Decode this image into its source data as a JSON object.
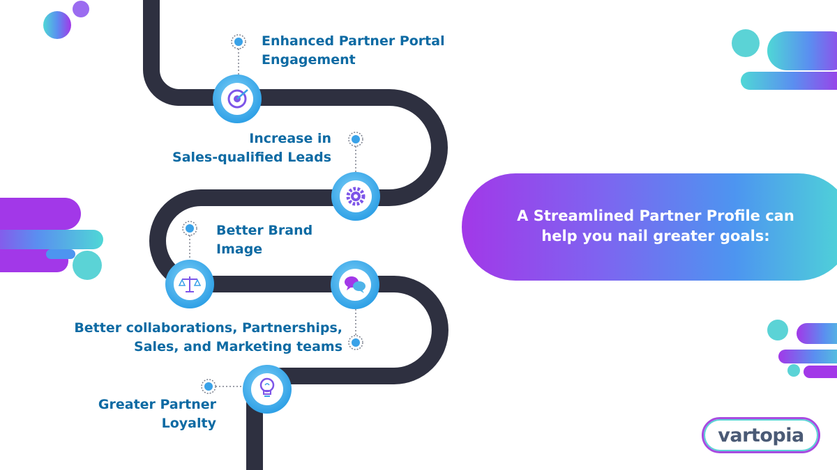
{
  "headline": {
    "line1": "A Streamlined Partner Profile can",
    "line2": "help you nail greater goals:"
  },
  "goals": [
    {
      "line1": "Enhanced Partner Portal",
      "line2": "Engagement",
      "icon": "target-icon"
    },
    {
      "line1": "Increase in",
      "line2": "Sales-qualified Leads",
      "icon": "gear-icon"
    },
    {
      "line1": "Better Brand",
      "line2": "Image",
      "icon": "scale-icon"
    },
    {
      "line1": "Better collaborations, Partnerships,",
      "line2": "Sales, and Marketing teams",
      "icon": "chat-bubbles-icon"
    },
    {
      "line1": "Greater Partner",
      "line2": "Loyalty",
      "icon": "lightbulb-icon"
    }
  ],
  "logo": {
    "text": "vartopia"
  },
  "colors": {
    "road": "#2e3040",
    "label": "#0d6aa3",
    "purple": "#a238e8",
    "blue": "#4d95f0",
    "teal": "#4fd7d6"
  }
}
